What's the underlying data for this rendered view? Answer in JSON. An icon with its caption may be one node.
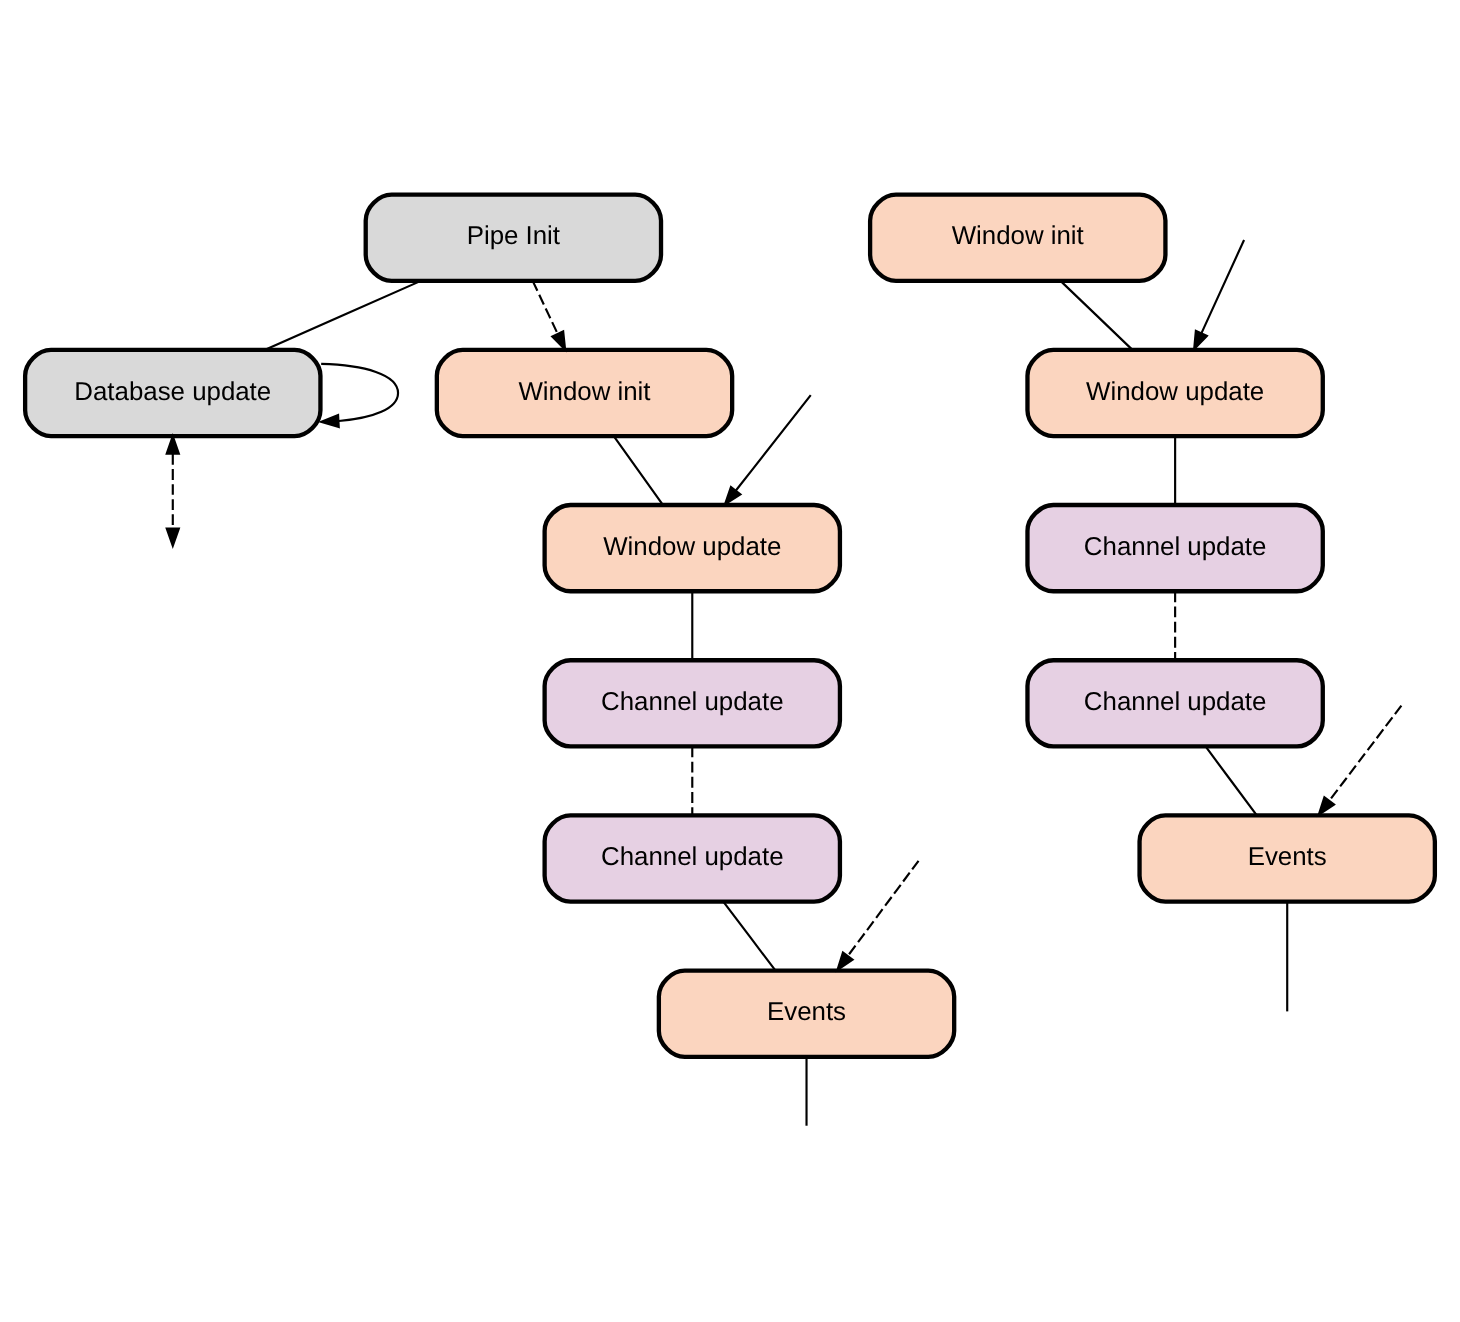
{
  "diagram": {
    "nodes": [
      {
        "text": [
          "Pipe Init"
        ]
      },
      {
        "text": [
          "Database update"
        ]
      },
      {
        "text": [
          "Window init"
        ]
      },
      {
        "text": [
          "Window init"
        ]
      },
      {
        "text": [
          "Window update"
        ]
      },
      {
        "text": [
          "Channel update"
        ]
      },
      {
        "text": [
          "Channel update"
        ]
      },
      {
        "text": [
          "Events"
        ]
      },
      {
        "text": [
          "Window update"
        ]
      },
      {
        "text": [
          "Channel update"
        ]
      },
      {
        "text": [
          "Channel update"
        ]
      },
      {
        "text": [
          "Events"
        ]
      }
    ],
    "edges": [
      {
        "from": 0,
        "to": 1,
        "arrow": "none"
      },
      {
        "from": 0,
        "to": 2,
        "arrow": "to",
        "style": "dashed"
      },
      {
        "from": 1,
        "to": 1,
        "arrow": "to"
      },
      {
        "from": 1,
        "to": null,
        "arrow": "both",
        "style": "dashed"
      },
      {
        "from": null,
        "to": 7,
        "arrow": "to",
        "style": "dashed"
      },
      {
        "from": null,
        "to": 11,
        "arrow": "to",
        "style": "dashed"
      },
      {
        "from": 2,
        "to": 4,
        "arrow": "none"
      },
      {
        "from": 4,
        "to": 5,
        "arrow": "none"
      },
      {
        "from": 5,
        "to": 6,
        "arrow": "none",
        "style": "dashed"
      },
      {
        "from": 6,
        "to": 7,
        "arrow": "none"
      },
      {
        "from": 7,
        "to": null,
        "arrow": "none"
      },
      {
        "from": null,
        "to": 4,
        "arrow": "to"
      },
      {
        "from": 3,
        "to": 8,
        "arrow": "none"
      },
      {
        "from": 8,
        "to": 9,
        "arrow": "none"
      },
      {
        "from": 9,
        "to": 10,
        "arrow": "none",
        "style": "dashed"
      },
      {
        "from": 10,
        "to": 11,
        "arrow": "none"
      },
      {
        "from": 11,
        "to": null,
        "arrow": "none"
      },
      {
        "from": null,
        "to": 8,
        "arrow": "to"
      }
    ]
  }
}
